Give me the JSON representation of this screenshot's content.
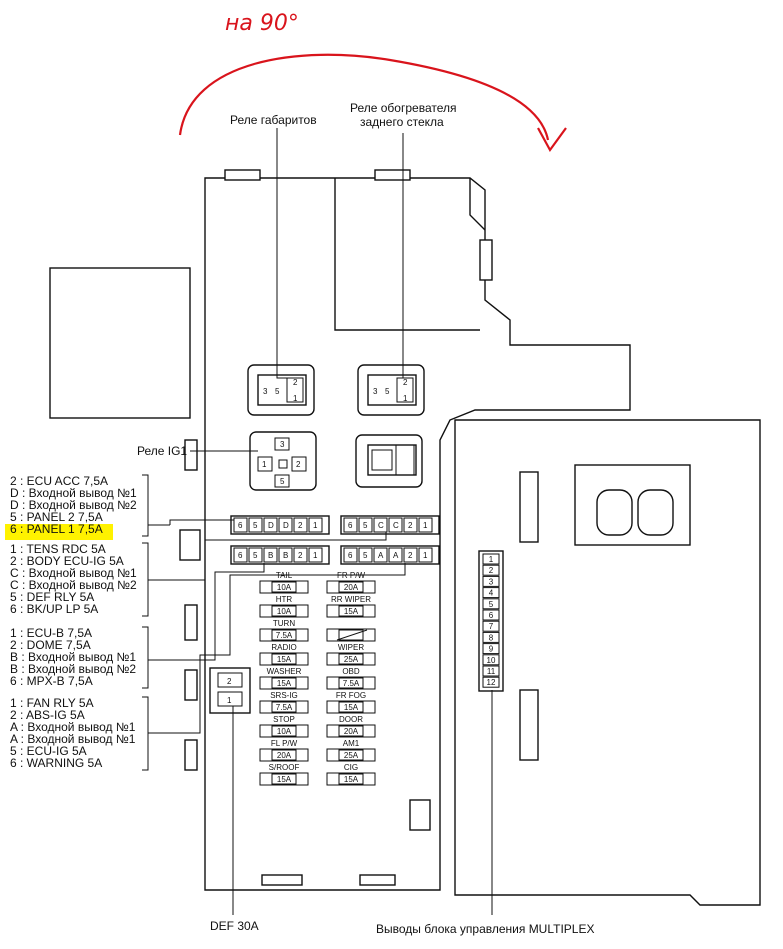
{
  "annotation": {
    "handwritten": "на 90°",
    "arrow_color": "#d9141c"
  },
  "callouts": {
    "top_left": "Реле габаритов",
    "top_right_line1": "Реле обогревателя",
    "top_right_line2": "заднего стекла",
    "relay_ig1": "Реле IG1",
    "def30": "DEF 30A",
    "multiplex": "Выводы блока управления MULTIPLEX"
  },
  "relay_pins": {
    "small_left": [
      "3",
      "5",
      "2",
      "1"
    ],
    "small_right": [
      "3",
      "5",
      "2",
      "1"
    ],
    "ig1": [
      "3",
      "1",
      "2",
      "5"
    ]
  },
  "connector_rows": [
    [
      "6",
      "5",
      "D",
      "D",
      "2",
      "1"
    ],
    [
      "6",
      "5",
      "C",
      "C",
      "2",
      "1"
    ],
    [
      "6",
      "5",
      "B",
      "B",
      "2",
      "1"
    ],
    [
      "6",
      "5",
      "A",
      "A",
      "2",
      "1"
    ]
  ],
  "def_block": [
    "2",
    "1"
  ],
  "multiplex_pins": [
    "1",
    "2",
    "3",
    "4",
    "5",
    "6",
    "7",
    "8",
    "9",
    "10",
    "11",
    "12"
  ],
  "left_groups": [
    [
      "2 : ECU ACC 7,5A",
      "D : Входной вывод №1",
      "D : Входной вывод №2",
      "5 : PANEL 2 7,5A",
      "6 : PANEL 1 7,5A"
    ],
    [
      "1 : TENS RDC 5A",
      "2 : BODY ECU-IG 5A",
      "C : Входной вывод №1",
      "C : Входной вывод №2",
      "5 : DEF RLY 5A",
      "6 : BK/UP LP 5A"
    ],
    [
      "1 : ECU-B 7,5A",
      "2 : DOME 7,5A",
      "B : Входной вывод №1",
      "B : Входной вывод №2",
      "6 : MPX-B 7,5A"
    ],
    [
      "1 : FAN RLY 5A",
      "2 : ABS-IG 5A",
      "A : Входной вывод №1",
      "A : Входной вывод №1",
      "5 : ECU-IG 5A",
      "6 : WARNING 5A"
    ]
  ],
  "highlight_color": "#fff200",
  "fuses_left": [
    {
      "name": "TAIL",
      "amp": "10A"
    },
    {
      "name": "HTR",
      "amp": "10A"
    },
    {
      "name": "TURN",
      "amp": "7.5A"
    },
    {
      "name": "RADIO",
      "amp": "15A"
    },
    {
      "name": "WASHER",
      "amp": "15A"
    },
    {
      "name": "SRS-IG",
      "amp": "7.5A"
    },
    {
      "name": "STOP",
      "amp": "10A"
    },
    {
      "name": "FL P/W",
      "amp": "20A"
    },
    {
      "name": "S/ROOF",
      "amp": "15A"
    }
  ],
  "fuses_right": [
    {
      "name": "FR P/W",
      "amp": "20A"
    },
    {
      "name": "RR WIPER",
      "amp": "15A"
    },
    {
      "name": "",
      "amp": ""
    },
    {
      "name": "WIPER",
      "amp": "25A"
    },
    {
      "name": "OBD",
      "amp": "7.5A"
    },
    {
      "name": "FR FOG",
      "amp": "15A"
    },
    {
      "name": "DOOR",
      "amp": "20A"
    },
    {
      "name": "AM1",
      "amp": "25A"
    },
    {
      "name": "CIG",
      "amp": "15A"
    }
  ]
}
